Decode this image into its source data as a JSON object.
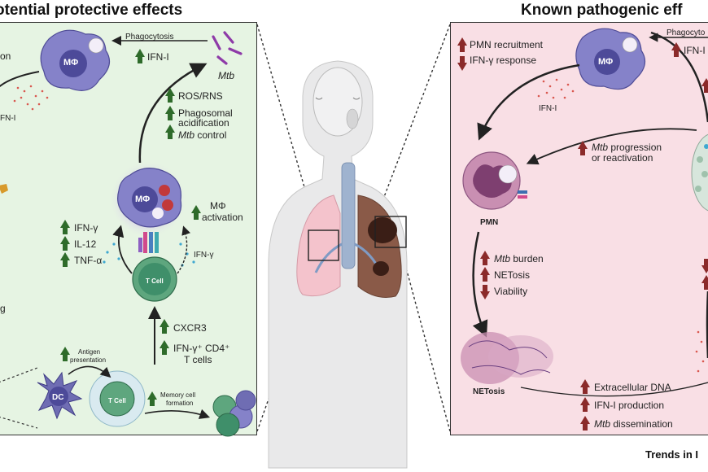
{
  "titles": {
    "left": "otential protective effects",
    "right": "Known pathogenic eff"
  },
  "left_panel": {
    "phagocytosis": "Phagocytosis",
    "ifn_i_top": "IFN-I",
    "mtb": "Mtb",
    "mphi": "MΦ",
    "frag_on": "on",
    "frag_fn_i": "FN-I",
    "frag_g": "g",
    "ros_rns": "ROS/RNS",
    "phagosomal": "Phagosomal",
    "acidification": "acidification",
    "mtb_control_mtb": "Mtb",
    "mtb_control_rest": " control",
    "mphi_activation_1": "MΦ",
    "mphi_activation_2": "activation",
    "ifn_gamma_left": "IFN-γ",
    "il12": "IL-12",
    "tnf_alpha": "TNF-α",
    "ifn_gamma_arrow": "IFN-γ",
    "t_cell": "T Cell",
    "cxcr3": "CXCR3",
    "ifn_cd4_1": "IFN-γ⁺ CD4⁺",
    "ifn_cd4_2": "T cells",
    "antigen_1": "Antigen",
    "antigen_2": "presentation",
    "dc": "DC",
    "t_cell_small": "T Cell",
    "memory_1": "Memory cell",
    "memory_2": "formation"
  },
  "right_panel": {
    "pmn_recruitment": "PMN recruitment",
    "ifn_gamma_response": "IFN-γ  response",
    "phagocyto": "Phagocyto",
    "ifn_i_top": "IFN-I",
    "mphi": "MΦ",
    "ifn_i_mid": "IFN-I",
    "mtb_prog_mtb": "Mtb",
    "mtb_prog_rest": " progression",
    "reactivation": "or reactivation",
    "pmn": "PMN",
    "mtb_burden_mtb": "Mtb",
    "mtb_burden_rest": " burden",
    "netosis_up": "NETosis",
    "viability": "Viability",
    "netosis_label": "NETosis",
    "extracellular_dna": "Extracellular DNA",
    "ifn_i_production": "IFN-I production",
    "mtb_diss_mtb": "Mtb",
    "mtb_diss_rest": " dissemination"
  },
  "footer": "Trends in I",
  "colors": {
    "left_bg": "#e6f4e3",
    "right_bg": "#f9dfe5",
    "green_arrow": "#2e6b2a",
    "red_arrow": "#8b2a2a",
    "macrophage": "#6f6db3",
    "tcell": "#3f8f6a",
    "pmn": "#c98fb2"
  }
}
